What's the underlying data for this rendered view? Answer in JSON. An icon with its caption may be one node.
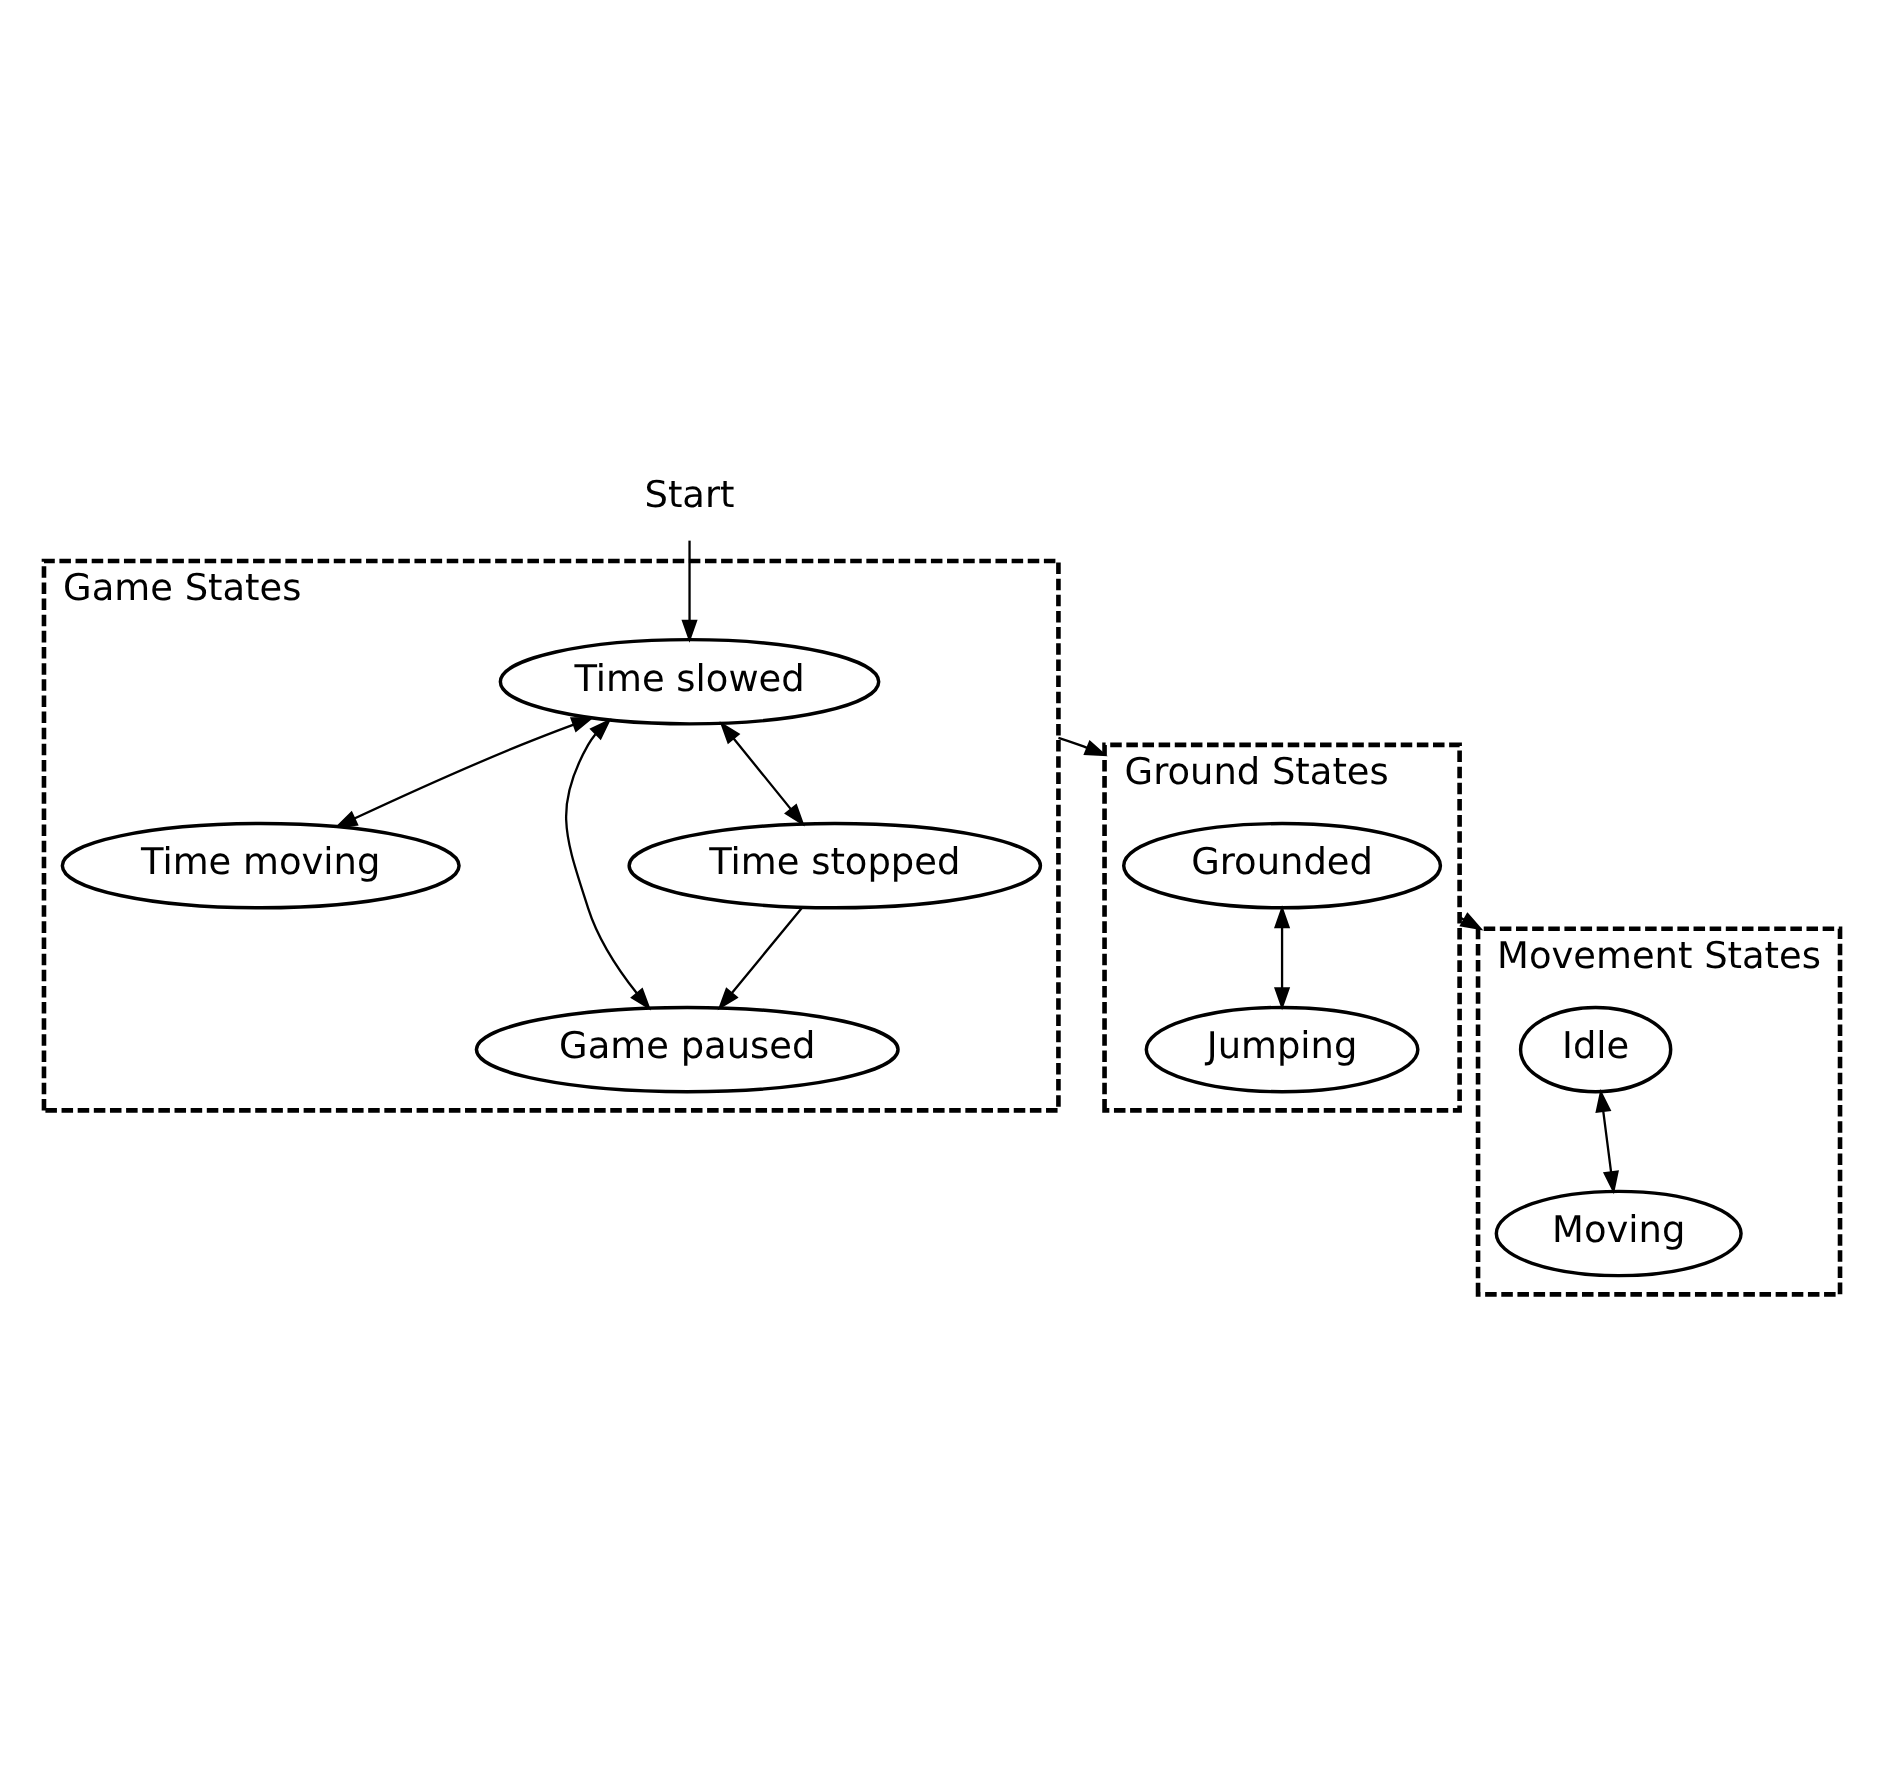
{
  "diagram": {
    "nodes": [
      {
        "text": [
          "Start"
        ]
      },
      {
        "text": [
          "Game States"
        ]
      },
      {
        "text": [
          "Time slowed"
        ],
        "in": 1
      },
      {
        "text": [
          "Time moving"
        ],
        "in": 1
      },
      {
        "text": [
          "Game paused"
        ],
        "in": 1
      },
      {
        "text": [
          "Time stopped"
        ],
        "in": 1
      },
      {
        "text": [
          "Ground States"
        ]
      },
      {
        "text": [
          "Grounded"
        ],
        "in": 6
      },
      {
        "text": [
          "Jumping"
        ],
        "in": 6
      },
      {
        "text": [
          "Movement States"
        ]
      },
      {
        "text": [
          "Idle"
        ],
        "in": 9
      },
      {
        "text": [
          "Moving"
        ],
        "in": 9
      }
    ],
    "edges": [
      {
        "from": 0,
        "to": 2,
        "arrow": "to"
      },
      {
        "from": 2,
        "to": 3,
        "arrow": "both"
      },
      {
        "from": 2,
        "to": 4,
        "arrow": "both"
      },
      {
        "from": 2,
        "to": 5,
        "arrow": "both"
      },
      {
        "from": 5,
        "to": 4,
        "arrow": "to"
      },
      {
        "from": 1,
        "to": 6,
        "arrow": "to"
      },
      {
        "from": 7,
        "to": 8,
        "arrow": "both"
      },
      {
        "from": 6,
        "to": 9,
        "arrow": "to"
      },
      {
        "from": 10,
        "to": 11,
        "arrow": "both"
      }
    ]
  }
}
